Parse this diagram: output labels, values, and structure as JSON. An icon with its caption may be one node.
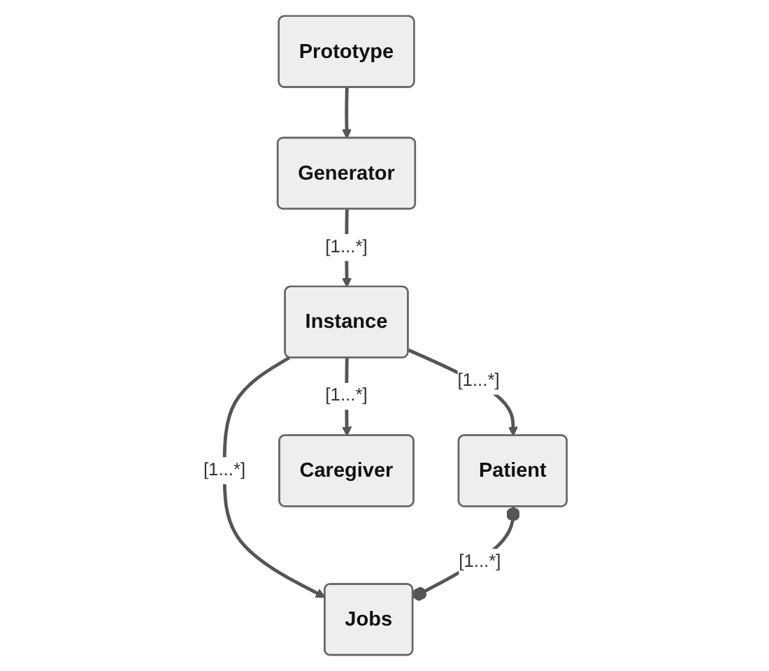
{
  "diagram": {
    "nodes": [
      {
        "text": [
          "Prototype"
        ]
      },
      {
        "text": [
          "Generator"
        ]
      },
      {
        "text": [
          "Instance"
        ]
      },
      {
        "text": [
          "Patient"
        ]
      },
      {
        "text": [
          "Caregiver"
        ]
      },
      {
        "text": [
          "Jobs"
        ]
      }
    ],
    "edges": [
      {
        "from": 0,
        "to": 1,
        "arrow": "to"
      },
      {
        "from": 1,
        "to": 2,
        "arrow": "to",
        "label": "[1...*]"
      },
      {
        "from": 2,
        "to": 3,
        "arrow": "to",
        "label": "[1...*]"
      },
      {
        "from": 2,
        "to": 4,
        "arrow": "to",
        "label": "[1...*]"
      },
      {
        "from": 2,
        "to": 5,
        "arrow": "to",
        "label": "[1...*]"
      },
      {
        "from": 3,
        "to": 5,
        "arrow": "other",
        "label": "[1...*]"
      }
    ]
  }
}
